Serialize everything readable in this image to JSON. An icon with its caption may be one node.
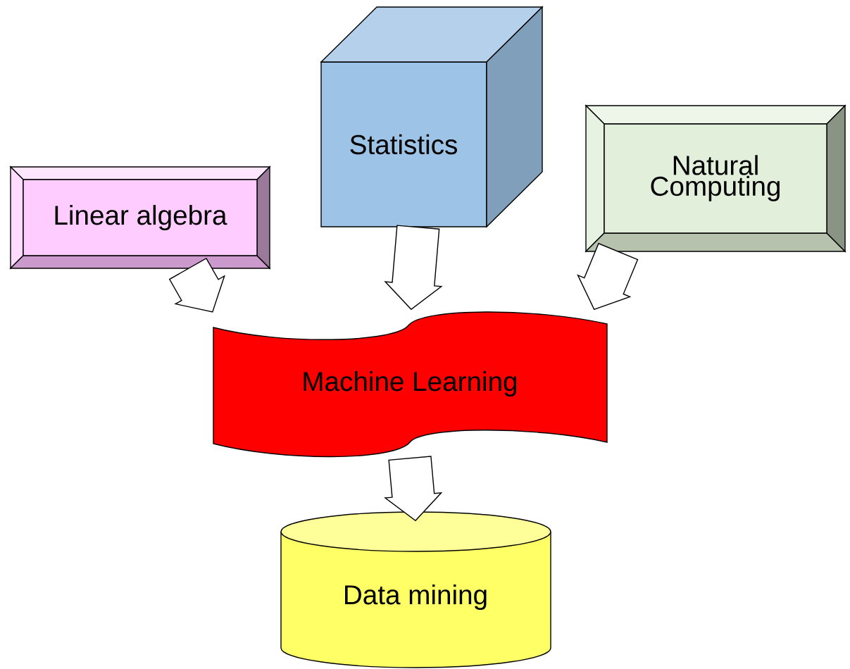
{
  "diagram": {
    "nodes": [
      {
        "text": [
          "Linear algebra"
        ]
      },
      {
        "text": [
          "Statistics"
        ]
      },
      {
        "text": [
          "Natural Computing"
        ]
      },
      {
        "text": [
          "Machine Learning"
        ]
      },
      {
        "text": [
          "Data mining"
        ]
      }
    ],
    "edges": [
      {
        "from": 0,
        "to": 3,
        "arrow": "to"
      },
      {
        "from": 1,
        "to": 3,
        "arrow": "to"
      },
      {
        "from": 2,
        "to": 3,
        "arrow": "to"
      },
      {
        "from": 3,
        "to": 4,
        "arrow": "to"
      }
    ]
  }
}
